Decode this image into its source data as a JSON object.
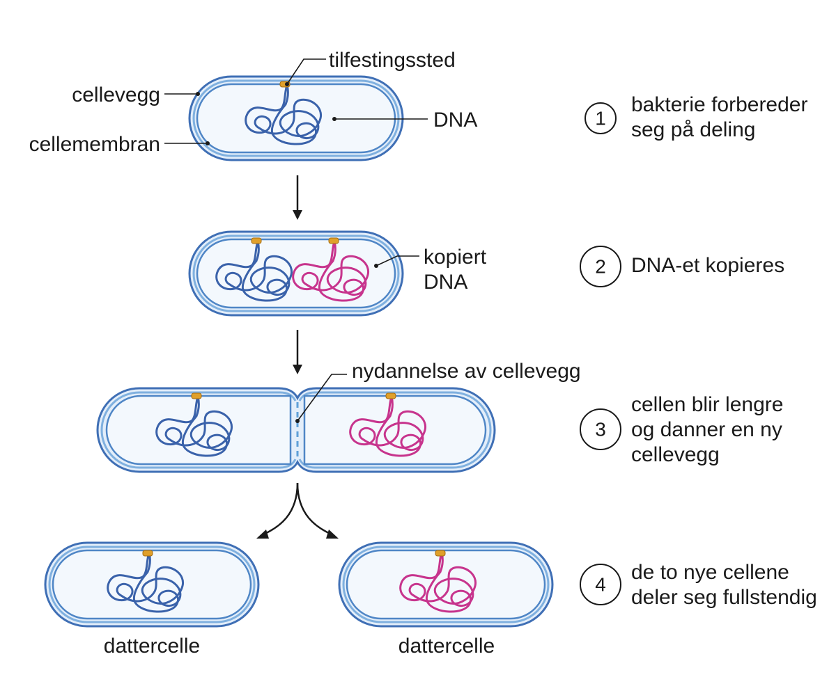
{
  "labels": {
    "attachment_site": "tilfestingssted",
    "cell_wall": "cellevegg",
    "cell_membrane": "cellemembran",
    "dna": "DNA",
    "copied_dna_line1": "kopiert",
    "copied_dna_line2": "DNA",
    "new_cell_wall": "nydannelse av cellevegg",
    "daughter_cell_left": "dattercelle",
    "daughter_cell_right": "dattercelle"
  },
  "steps": [
    {
      "number": "1",
      "lines": [
        "bakterie forbereder",
        "seg på deling"
      ]
    },
    {
      "number": "2",
      "lines": [
        "DNA-et kopieres"
      ]
    },
    {
      "number": "3",
      "lines": [
        "cellen blir lengre",
        "og danner en ny",
        "cellevegg"
      ]
    },
    {
      "number": "4",
      "lines": [
        "de to nye cellene",
        "deler seg fullstendig"
      ]
    }
  ],
  "colors": {
    "cell_wall": "#3f6fb5",
    "membrane": "#7fb0df",
    "dna_original": "#3a62aa",
    "dna_copy": "#c7348d",
    "attachment_site": "#e0a02a"
  }
}
